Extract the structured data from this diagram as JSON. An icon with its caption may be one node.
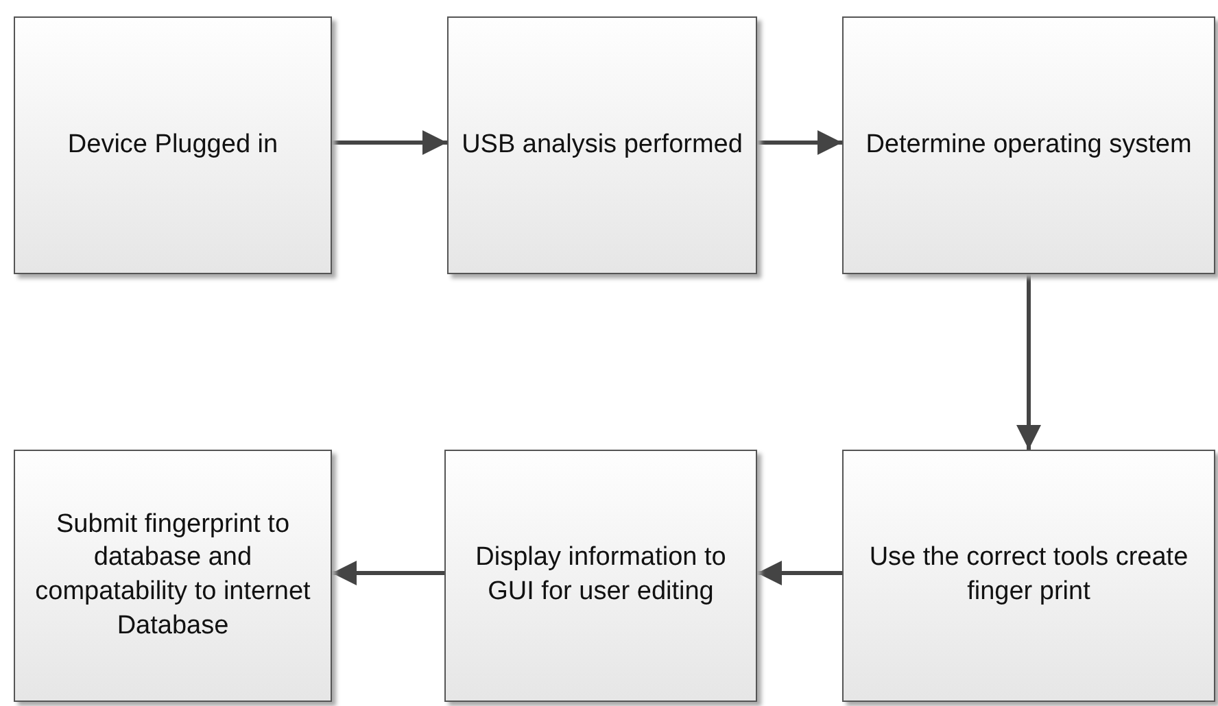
{
  "diagram": {
    "nodes": [
      {
        "text": [
          "Device Plugged in"
        ]
      },
      {
        "text": [
          "USB analysis performed"
        ]
      },
      {
        "text": [
          "Determine operating system"
        ]
      },
      {
        "text": [
          "Use the correct tools create finger print"
        ]
      },
      {
        "text": [
          "Display information to GUI for user editing"
        ]
      },
      {
        "text": [
          "Submit fingerprint to database and compatability to internet Database"
        ]
      }
    ],
    "edges": [
      {
        "from": 0,
        "to": 1,
        "arrow": "to"
      },
      {
        "from": 1,
        "to": 2,
        "arrow": "to"
      },
      {
        "from": 2,
        "to": 3,
        "arrow": "to"
      },
      {
        "from": 3,
        "to": 4,
        "arrow": "to"
      },
      {
        "from": 4,
        "to": 5,
        "arrow": "to"
      }
    ]
  }
}
